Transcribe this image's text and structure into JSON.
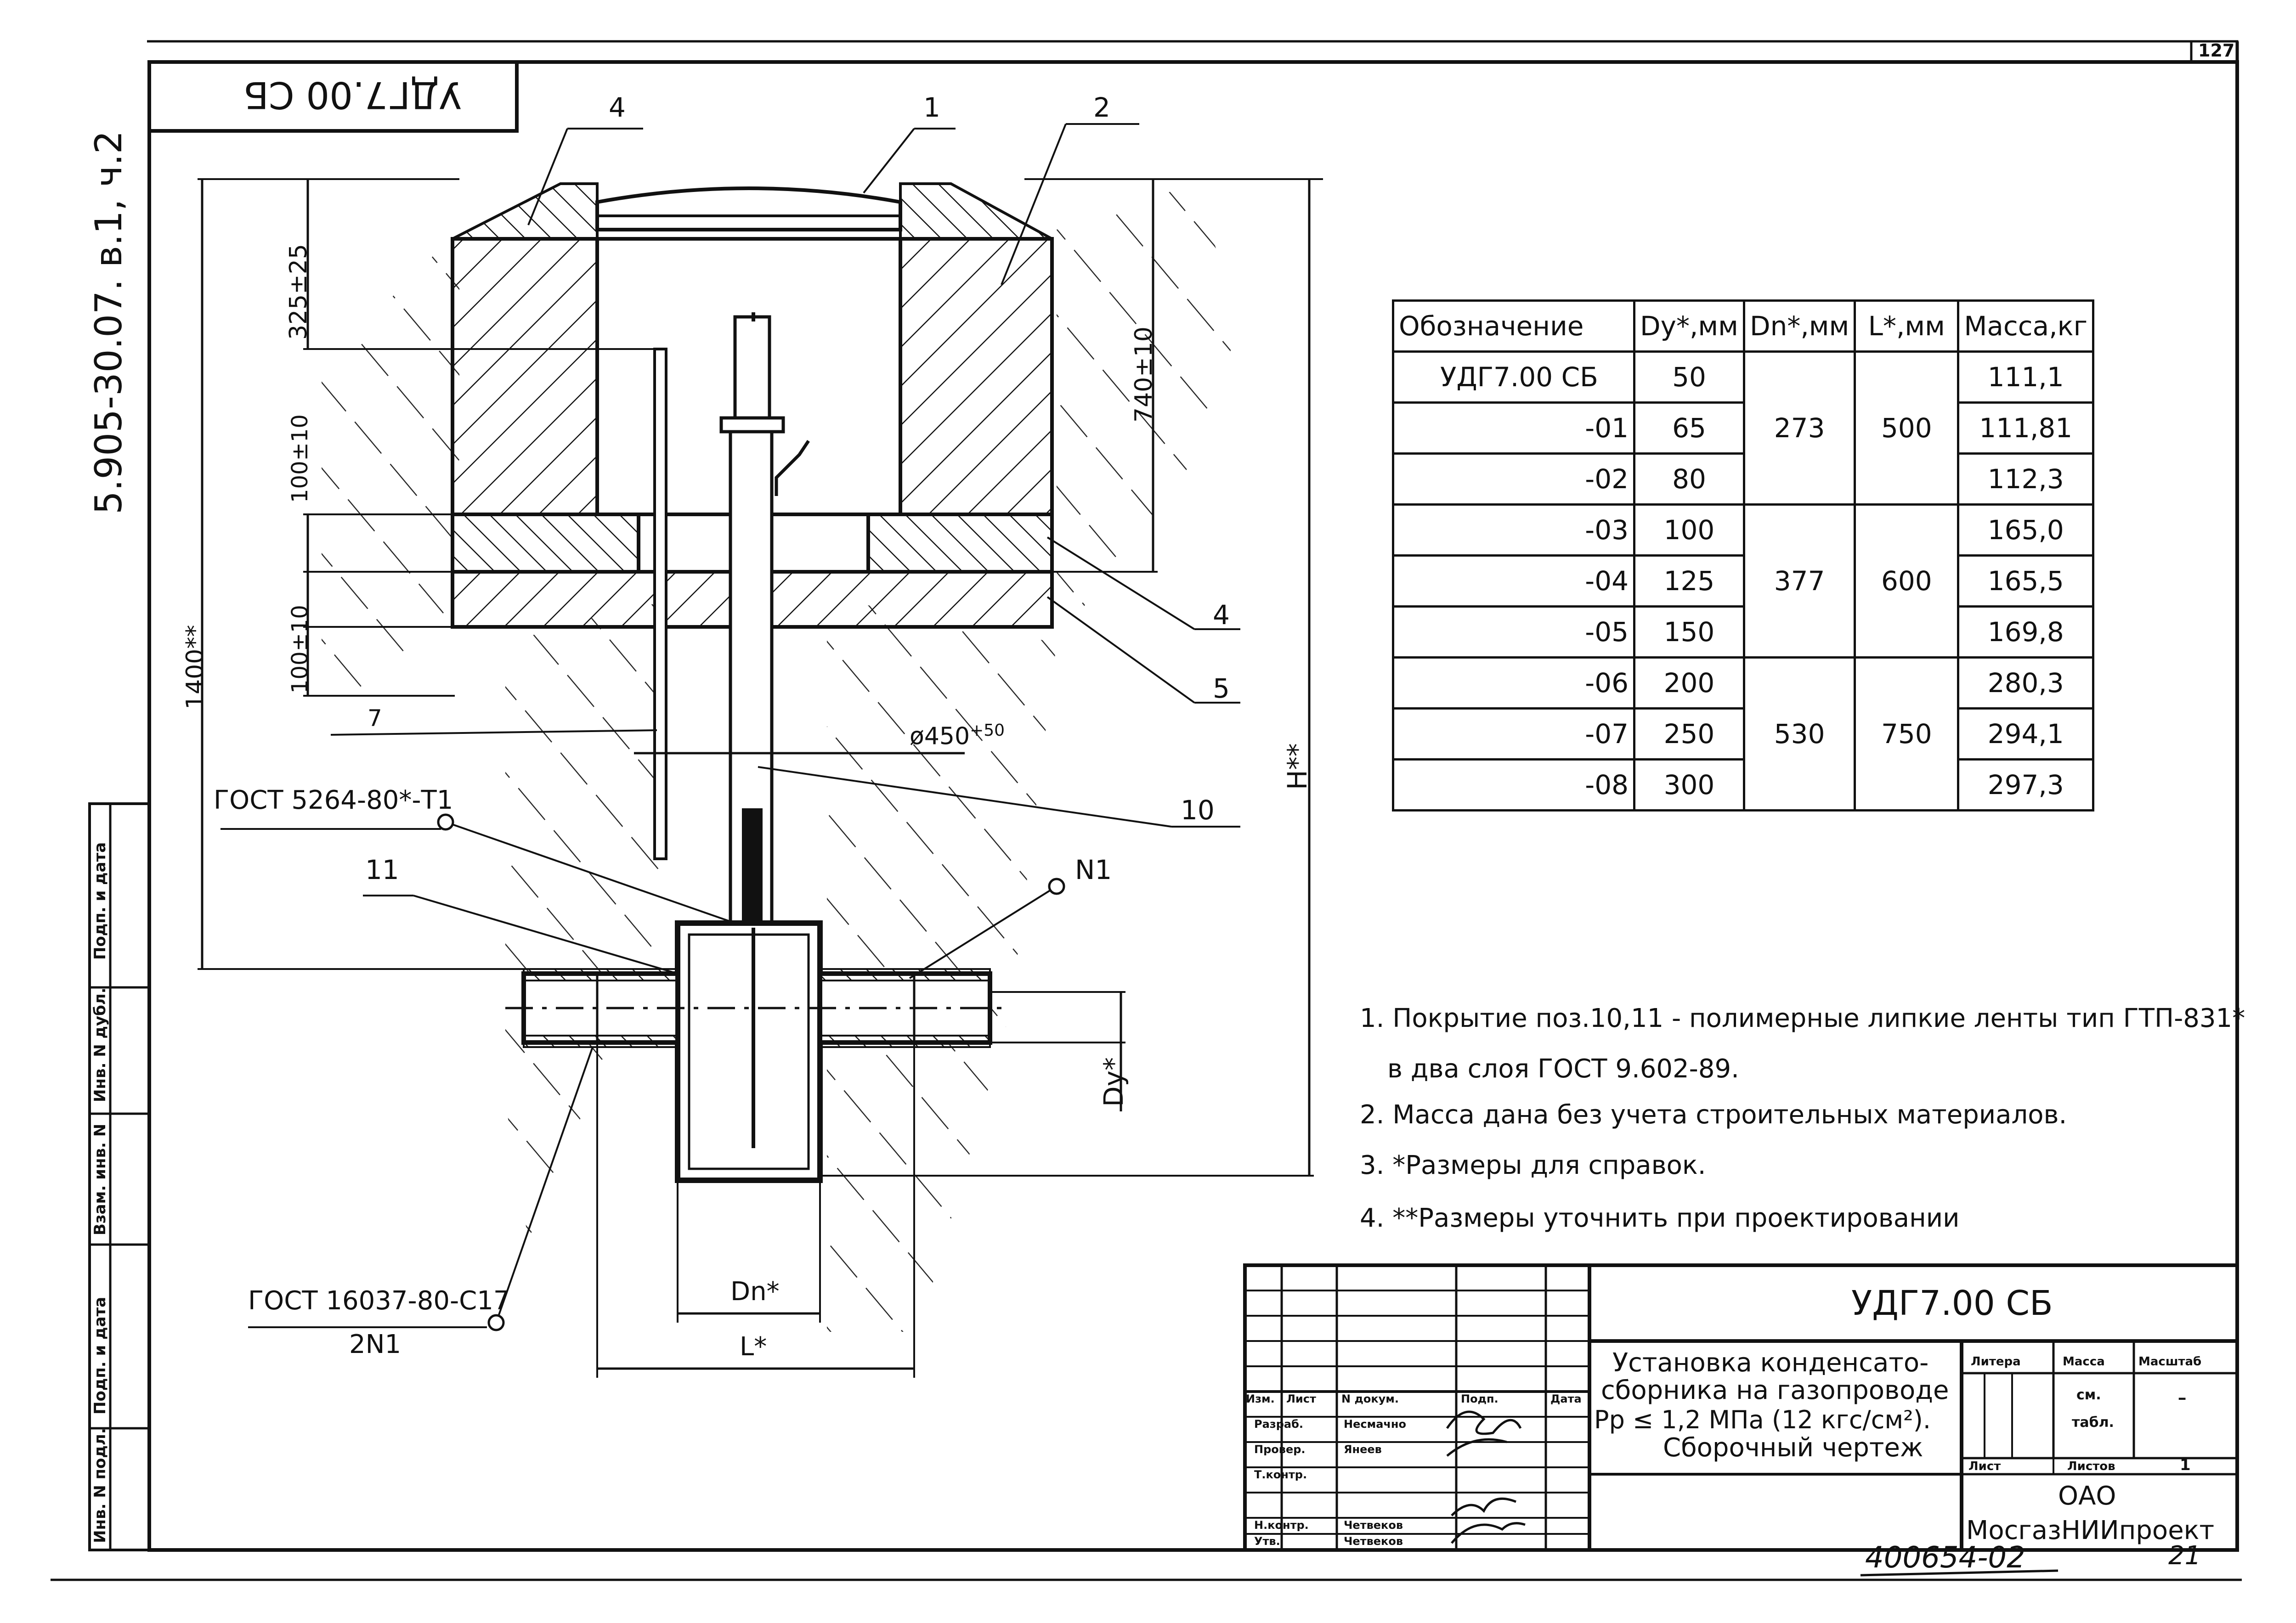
{
  "sheet": {
    "page_number": "127",
    "top_stamp": "УДГ7.00 СБ",
    "side_code": "5.905-30.07. в.1, ч.2",
    "archive_number": "400654-02",
    "archive_suffix": "21"
  },
  "drawing": {
    "position_labels": [
      "1",
      "2",
      "4",
      "4",
      "5",
      "7",
      "10",
      "11"
    ],
    "dim_325": "325±25",
    "dim_100_top": "100±10",
    "dim_100_bottom": "100±10",
    "dim_1400": "1400**",
    "dim_740": "740±10",
    "dim_H": "H**",
    "dim_diam": "ø450",
    "dim_diam_sup": "+50",
    "dim_Dy": "Dy*",
    "dim_Dn": "Dn*",
    "dim_L": "L*",
    "gost_top": "ГОСТ 5264-80*-Т1",
    "gost_bottom": "ГОСТ 16037-80-С17",
    "gost_bottom_sub": "2N1",
    "n1_label": "N1"
  },
  "spec_table": {
    "headers": [
      "Обозначение",
      "Dy*,мм",
      "Dn*,мм",
      "L*,мм",
      "Масса,кг"
    ],
    "rows": [
      {
        "designation": "УДГ7.00 СБ",
        "dy": "50",
        "mass": "111,1"
      },
      {
        "designation": "-01",
        "dy": "65",
        "mass": "111,81"
      },
      {
        "designation": "-02",
        "dy": "80",
        "mass": "112,3"
      },
      {
        "designation": "-03",
        "dy": "100",
        "mass": "165,0"
      },
      {
        "designation": "-04",
        "dy": "125",
        "mass": "165,5"
      },
      {
        "designation": "-05",
        "dy": "150",
        "mass": "169,8"
      },
      {
        "designation": "-06",
        "dy": "200",
        "mass": "280,3"
      },
      {
        "designation": "-07",
        "dy": "250",
        "mass": "294,1"
      },
      {
        "designation": "-08",
        "dy": "300",
        "mass": "297,3"
      }
    ],
    "groups": [
      {
        "dn": "273",
        "l": "500"
      },
      {
        "dn": "377",
        "l": "600"
      },
      {
        "dn": "530",
        "l": "750"
      }
    ]
  },
  "notes": [
    "1. Покрытие поз.10,11 - полимерные липкие ленты тип ГТП-831*",
    "в два слоя ГОСТ 9.602-89.",
    "2. Масса дана без учета строительных материалов.",
    "3. *Размеры для справок.",
    "4. **Размеры уточнить при проектировании"
  ],
  "title_block": {
    "doc_code": "УДГ7.00 СБ",
    "title_lines": [
      "Установка конденсато-",
      "сборника на газопроводе",
      "Pр ≤ 1,2 МПа (12 кгс/см²).",
      "Сборочный чертеж"
    ],
    "col_headers": [
      "Изм.",
      "Лист",
      "N докум.",
      "Подп.",
      "Дата"
    ],
    "roles": [
      {
        "role": "Разраб.",
        "name": "Несмачно"
      },
      {
        "role": "Провер.",
        "name": "Янеев"
      },
      {
        "role": "Т.контр.",
        "name": ""
      },
      {
        "role": "",
        "name": ""
      },
      {
        "role": "Н.контр.",
        "name": "Четвеков"
      },
      {
        "role": "Утв.",
        "name": "Четвеков"
      }
    ],
    "litera_label": "Литера",
    "mass_label": "Масса",
    "scale_label": "Масштаб",
    "mass_value_1": "см.",
    "mass_value_2": "табл.",
    "scale_value": "-",
    "sheet_label": "Лист",
    "sheets_label": "Листов",
    "sheets_value": "1",
    "org_line1": "ОАО",
    "org_line2": "МосгазНИИпроект"
  },
  "left_strip": [
    "Подп. и дата",
    "Инв. N дубл.",
    "Взам. инв. N",
    "Подп. и дата",
    "Инв. N подл."
  ]
}
